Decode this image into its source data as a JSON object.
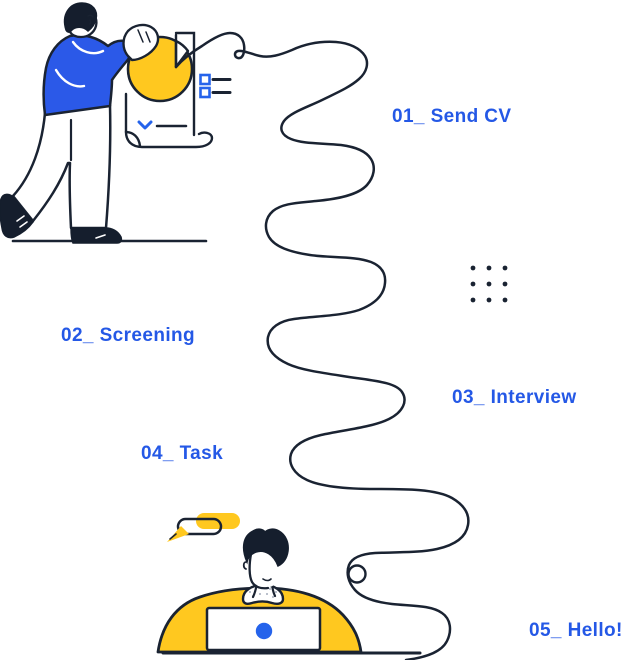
{
  "steps": [
    {
      "label": "01_ Send CV"
    },
    {
      "label": "02_ Screening"
    },
    {
      "label": "03_ Interview"
    },
    {
      "label": "04_ Task"
    },
    {
      "label": "05_ Hello!"
    }
  ],
  "colors": {
    "label_blue": "#2458E6",
    "accent_blue": "#2563EB",
    "yellow": "#FFC81F",
    "outline_dark": "#1A2332",
    "ink_dark": "#151E2D",
    "background": "#FFFFFF"
  },
  "icons": [
    {
      "name": "presenter-with-pie-chart-illustration"
    },
    {
      "name": "pie-chart-icon"
    },
    {
      "name": "checklist-icon"
    },
    {
      "name": "chevron-check-icon"
    },
    {
      "name": "scroll-paper-icon"
    },
    {
      "name": "squiggle-path"
    },
    {
      "name": "dots-grid-icon"
    },
    {
      "name": "pen-icon"
    },
    {
      "name": "candidate-at-laptop-illustration"
    },
    {
      "name": "laptop-icon"
    }
  ]
}
